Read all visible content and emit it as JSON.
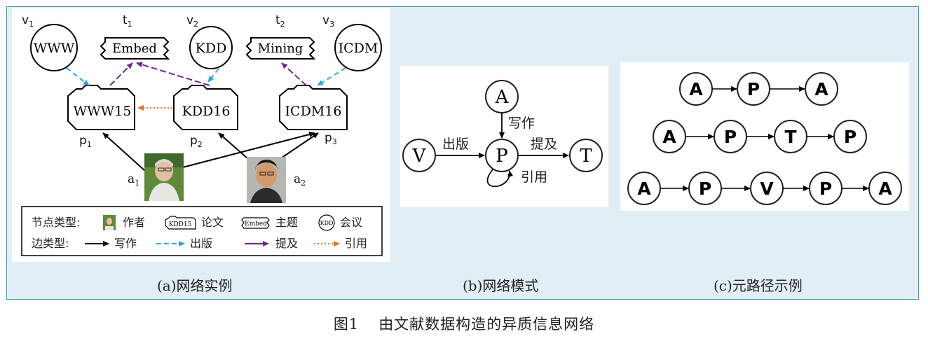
{
  "figure": {
    "number": "图1",
    "caption": "由文献数据构造的异质信息网络"
  },
  "panel_a": {
    "caption": "(a)网络实例",
    "venues": [
      {
        "id": "v1",
        "sym": "v",
        "sub": "1",
        "label": "WWW"
      },
      {
        "id": "v2",
        "sym": "v",
        "sub": "2",
        "label": "KDD"
      },
      {
        "id": "v3",
        "sym": "v",
        "sub": "3",
        "label": "ICDM"
      }
    ],
    "topics": [
      {
        "id": "t1",
        "sym": "t",
        "sub": "1",
        "label": "Embed"
      },
      {
        "id": "t2",
        "sym": "t",
        "sub": "2",
        "label": "Mining"
      }
    ],
    "papers": [
      {
        "id": "p1",
        "sym": "p",
        "sub": "1",
        "label": "WWW15"
      },
      {
        "id": "p2",
        "sym": "p",
        "sub": "2",
        "label": "KDD16"
      },
      {
        "id": "p3",
        "sym": "p",
        "sub": "3",
        "label": "ICDM16"
      }
    ],
    "authors": [
      {
        "id": "a1",
        "sym": "a",
        "sub": "1"
      },
      {
        "id": "a2",
        "sym": "a",
        "sub": "2"
      }
    ],
    "legend": {
      "node_type_label": "节点类型:",
      "author": "作者",
      "paper_icon": "KDD15",
      "paper": "论文",
      "topic_icon": "Embed",
      "topic": "主题",
      "venue_icon": "KDD",
      "venue": "会议",
      "edge_type_label": "边类型:",
      "write": "写作",
      "publish": "出版",
      "mention": "提及",
      "cite": "引用"
    }
  },
  "panel_b": {
    "caption": "(b)网络模式",
    "nodes": [
      "A",
      "V",
      "P",
      "T"
    ],
    "edges": {
      "write": "写作",
      "publish": "出版",
      "mention": "提及",
      "cite": "引用"
    }
  },
  "panel_c": {
    "caption": "(c)元路径示例",
    "paths": [
      [
        "A",
        "P",
        "A"
      ],
      [
        "A",
        "P",
        "T",
        "P"
      ],
      [
        "A",
        "P",
        "V",
        "P",
        "A"
      ]
    ]
  },
  "colors": {
    "frame_bg": "#e1eef5",
    "frame_border": "#3a9bb0",
    "write": "#000000",
    "publish": "#29a8df",
    "mention": "#6b2b8f",
    "cite": "#e8731e"
  },
  "icons": {
    "author": "person-photo-icon",
    "paper": "octagon-box-icon",
    "topic": "scroll-box-icon",
    "venue": "circle-icon"
  }
}
